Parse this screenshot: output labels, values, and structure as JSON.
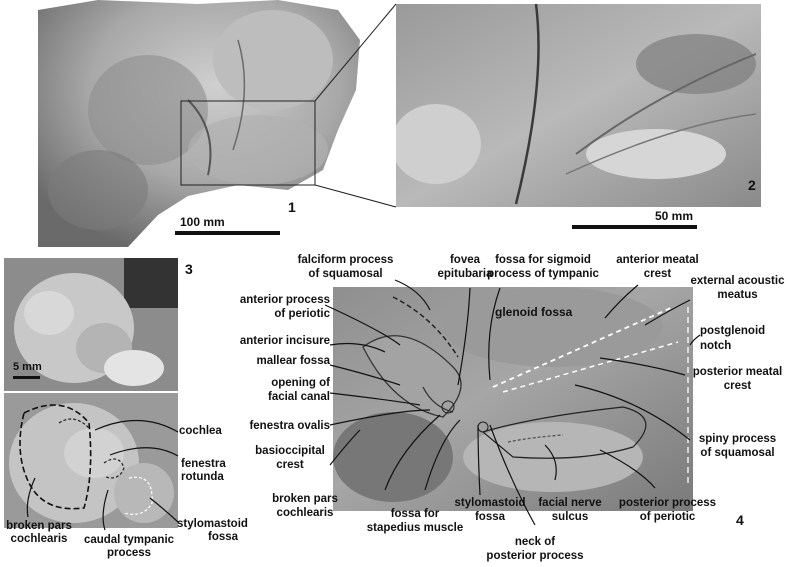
{
  "panels": {
    "p1": {
      "number": "1",
      "scale": "100 mm"
    },
    "p2": {
      "number": "2",
      "scale": "50 mm"
    },
    "p3": {
      "number": "3",
      "scale": "5 mm"
    },
    "p4": {
      "number": "4"
    }
  },
  "labels_p3": {
    "cochlea": "cochlea",
    "fenestra_rotunda_1": "fenestra",
    "fenestra_rotunda_2": "rotunda",
    "stylomastoid_1": "stylomastoid",
    "stylomastoid_2": "fossa",
    "broken_pars_1": "broken pars",
    "broken_pars_2": "cochlearis",
    "caudal_1": "caudal tympanic",
    "caudal_2": "process"
  },
  "labels_p4": {
    "falciform_1": "falciform process",
    "falciform_2": "of squamosal",
    "fovea_1": "fovea",
    "fovea_2": "epitubaria",
    "sigmoid_1": "fossa for sigmoid",
    "sigmoid_2": "process of tympanic",
    "ant_meatal_1": "anterior meatal",
    "ant_meatal_2": "crest",
    "ext_acoustic_1": "external acoustic",
    "ext_acoustic_2": "meatus",
    "glenoid": "glenoid fossa",
    "ant_process_1": "anterior process",
    "ant_process_2": "of periotic",
    "postglenoid_1": "postglenoid",
    "postglenoid_2": "notch",
    "ant_incisure": "anterior incisure",
    "mallear": "mallear fossa",
    "facial_canal_1": "opening of",
    "facial_canal_2": "facial canal",
    "post_meatal_1": "posterior meatal",
    "post_meatal_2": "crest",
    "fenestra_ovalis": "fenestra ovalis",
    "spiny_1": "spiny process",
    "spiny_2": "of squamosal",
    "basioccipital_1": "basioccipital",
    "basioccipital_2": "crest",
    "broken_pars_1": "broken pars",
    "broken_pars_2": "cochlearis",
    "stapedius_1": "fossa for",
    "stapedius_2": "stapedius muscle",
    "stylomastoid_1": "stylomastoid",
    "stylomastoid_2": "fossa",
    "facial_sulcus_1": "facial nerve",
    "facial_sulcus_2": "sulcus",
    "post_process_1": "posterior process",
    "post_process_2": "of periotic",
    "neck_1": "neck of",
    "neck_2": "posterior process"
  },
  "colors": {
    "background": "#ffffff",
    "label": "#111111",
    "leader": "#111111",
    "photo_light": "#d4d4d4",
    "photo_mid": "#9a9a9a",
    "photo_dark": "#555555"
  }
}
